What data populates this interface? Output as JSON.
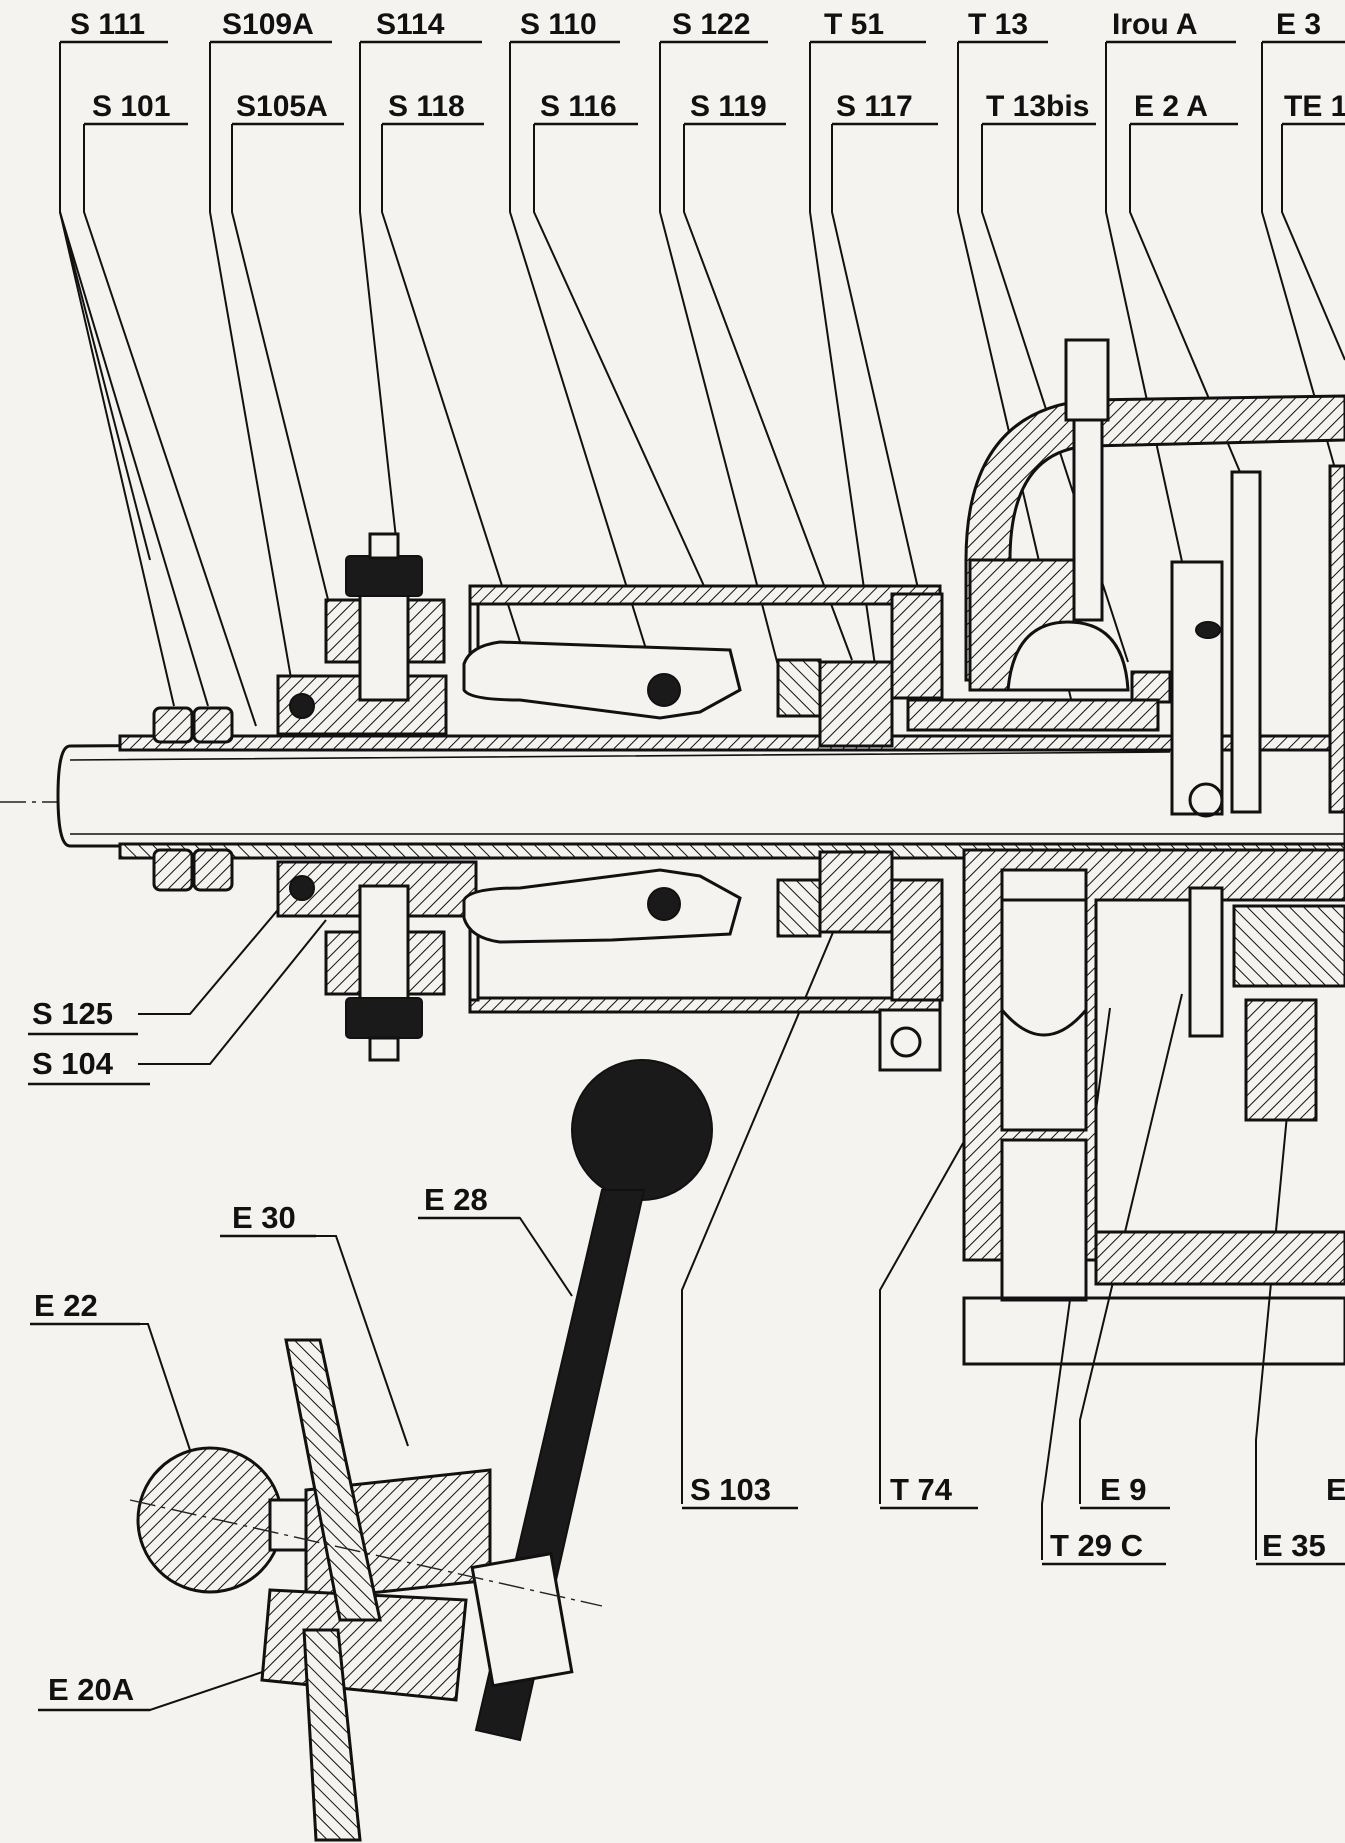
{
  "labels_top": [
    {
      "name": "label-s111",
      "text": "S 111"
    },
    {
      "name": "label-s109a",
      "text": "S109A"
    },
    {
      "name": "label-s114",
      "text": "S114"
    },
    {
      "name": "label-s110",
      "text": "S 110"
    },
    {
      "name": "label-s122",
      "text": "S 122"
    },
    {
      "name": "label-t51",
      "text": "T 51"
    },
    {
      "name": "label-t13",
      "text": "T 13"
    },
    {
      "name": "label-trou-a",
      "text": "Irou A"
    },
    {
      "name": "label-e3",
      "text": "E 3"
    },
    {
      "name": "label-s101",
      "text": "S 101"
    },
    {
      "name": "label-s105a",
      "text": "S105A"
    },
    {
      "name": "label-s118",
      "text": "S 118"
    },
    {
      "name": "label-s116",
      "text": "S 116"
    },
    {
      "name": "label-s119",
      "text": "S 119"
    },
    {
      "name": "label-s117",
      "text": "S 117"
    },
    {
      "name": "label-t13bis",
      "text": "T 13bis"
    },
    {
      "name": "label-e2a",
      "text": "E 2 A"
    },
    {
      "name": "label-te",
      "text": "TE 1"
    }
  ],
  "labels_bottom": [
    {
      "name": "label-s125",
      "text": "S 125"
    },
    {
      "name": "label-s104",
      "text": "S 104"
    },
    {
      "name": "label-s103",
      "text": "S 103"
    },
    {
      "name": "label-t74",
      "text": "T 74"
    },
    {
      "name": "label-e9",
      "text": "E 9"
    },
    {
      "name": "label-t29c",
      "text": "T 29 C"
    },
    {
      "name": "label-e35",
      "text": "E 35"
    },
    {
      "name": "label-e-cut",
      "text": "E"
    },
    {
      "name": "label-e30",
      "text": "E 30"
    },
    {
      "name": "label-e28",
      "text": "E 28"
    },
    {
      "name": "label-e22",
      "text": "E 22"
    },
    {
      "name": "label-e20a",
      "text": "E 20A"
    }
  ],
  "colors": {
    "ink": "#111111",
    "paper": "#f4f3ef"
  }
}
